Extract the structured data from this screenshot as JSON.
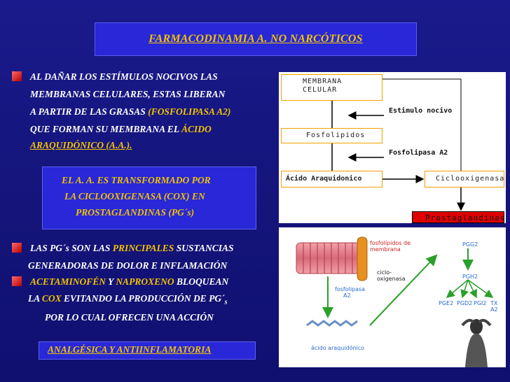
{
  "title": "FARMACODINAMIA A. NO NARCÓTICOS",
  "para1": {
    "line1": "AL DAÑAR LOS ESTÍMULOS NOCIVOS LAS",
    "line2": "MEMBRANAS CELULARES, ESTAS LIBERAN",
    "line3_a": "A PARTIR DE LAS GRASAS ",
    "line3_b": "(FOSFOLIPASA A2)",
    "line4_a": "QUE FORMAN SU MEMBRANA EL ",
    "line4_b": "ÁCIDO",
    "line5": "ARAQUIDÓNICO (A.A.)."
  },
  "box1": {
    "line1": "EL A. A. ES TRANSFORMADO POR",
    "line2": "LA CICLOOXIGENASA (COX) EN",
    "line3": "PROSTAGLANDINAS (PG´s)"
  },
  "para2": {
    "line1_a": "LAS PG´s  SON LAS ",
    "line1_b": "PRINCIPALES",
    "line1_c": " SUSTANCIAS",
    "line2": "GENERADORAS DE DOLOR E INFLAMACIÓN",
    "line3_a": "ACETAMINOFÉN",
    "line3_b": " Y ",
    "line3_c": "NAPROXENO",
    "line3_d": " BLOQUEAN",
    "line4_a": "LA ",
    "line4_b": "COX",
    "line4_c": " EVITANDO LA PRODUCCIÓN DE PG´",
    "line4_sub": "s",
    "line5": "POR LO CUAL OFRECEN UNA ACCIÓN"
  },
  "box2": {
    "text": "ANALGÉSICA Y ANTIINFLAMATORIA"
  },
  "diagram": {
    "membrana_line1": "MEMBRANA",
    "membrana_line2": "CELULAR",
    "estimulo": "Estimulo nocivo",
    "fosfolipidos": "Fosfolipidos",
    "fosfolipasa": "Fosfolipasa A2",
    "acido": "Ácido Araquidonico",
    "ciclo": "Ciclooxigenasa",
    "prostaglandinas": "Prostaglandinas"
  },
  "illustration": {
    "fosfolipidos_line1": "fosfolípidos de",
    "fosfolipidos_line2": "membrana",
    "ciclo_line1": "ciclo-",
    "ciclo_line2": "oxigenasa",
    "fosfolipasa_line1": "fosfolipasa",
    "fosfolipasa_line2": "A2",
    "acido": "ácido araquidónico",
    "pgg2": "PGG2",
    "pgh2": "PGH2",
    "pge2": "PGE2",
    "pgd2": "PGD2",
    "pgi2": "PGI2",
    "tx": "TX",
    "a2": "A2"
  },
  "colors": {
    "background": "#14147a",
    "accent_yellow": "#f2c200",
    "title_box": "#2828d8",
    "bullet": "#d01818"
  }
}
